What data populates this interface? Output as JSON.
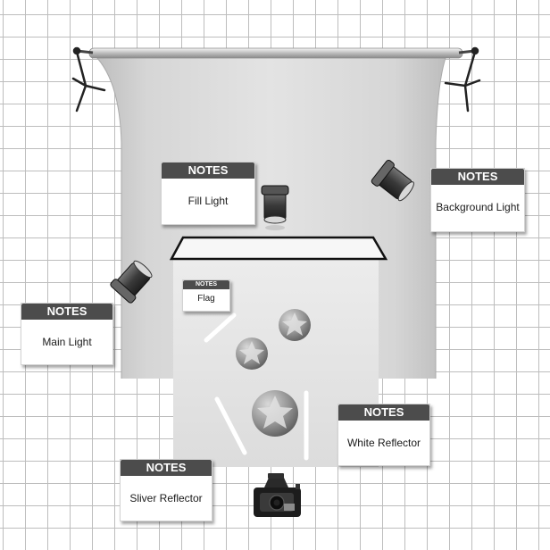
{
  "notes": {
    "header": "NOTES",
    "fill_light": "Fill Light",
    "background_light": "Background Light",
    "flag": "Flag",
    "main_light": "Main Light",
    "white_reflector": "White Reflector",
    "sliver_reflector": "Sliver Reflector"
  },
  "colors": {
    "backdrop": "#cfcfcf",
    "table": "#e6e6e6",
    "note_header": "#4c4c4c",
    "grid": "#bdbdbd"
  }
}
